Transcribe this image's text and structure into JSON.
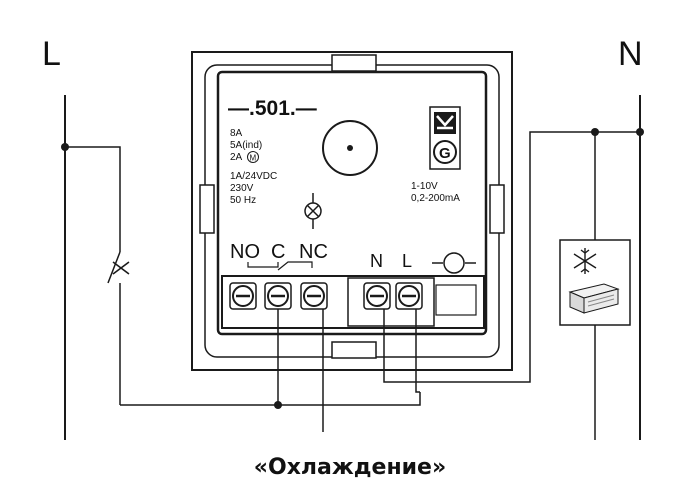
{
  "lines": {
    "left": "L",
    "right": "N"
  },
  "device": {
    "model": "—.501.—",
    "specs": [
      "8A",
      "5A(ind)",
      "2A",
      "1A/24VDC",
      "230V",
      "50 Hz"
    ],
    "motor_mark": "M",
    "control": [
      "1-10V",
      "0,2-200mA"
    ],
    "contacts": {
      "no": "NO",
      "c": "C",
      "nc": "NC",
      "n": "N",
      "l": "L"
    },
    "ground_mark": "G"
  },
  "caption": "«Охлаждение»",
  "colors": {
    "stroke": "#1a1a1a",
    "frame": "#1a1a1a",
    "terminal": "#1a1a1a"
  }
}
